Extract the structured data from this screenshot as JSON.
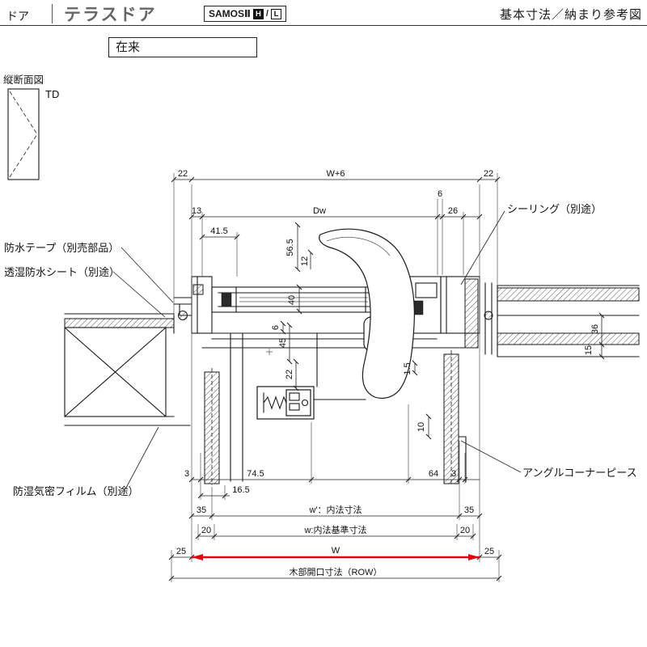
{
  "header": {
    "doc_type": "ドア",
    "title": "テラスドア",
    "product": "SAMOSⅡ",
    "product_h": "H",
    "product_sep": "/",
    "product_l": "L",
    "right_note": "基本寸法／納まり参考図",
    "method": "在来"
  },
  "section": {
    "label": "縦断面図",
    "symbol": "TD"
  },
  "callouts": {
    "sealing": "シーリング（別途）",
    "waterproof_tape": "防水テープ（別売部品）",
    "waterproof_sheet": "透湿防水シート（別途）",
    "moisture_film": "防湿気密フィルム（別途）",
    "angle_corner": "アングルコーナーピース"
  },
  "dims": {
    "t22l": "22",
    "tw6": "W+6",
    "t22r": "22",
    "d13": "13",
    "dw": "Dw",
    "d6_top": "6",
    "d26": "26",
    "d41_5": "41.5",
    "d56_5": "56.5",
    "d12": "12",
    "d40": "40",
    "d6_mid": "6",
    "d45": "45",
    "d22_mid": "22",
    "d1_5": "1.5",
    "d10": "10",
    "d36": "36",
    "d15": "15",
    "b3_left": "3",
    "b74_5": "74.5",
    "b64": "64",
    "b3_right": "3",
    "b16_5": "16.5",
    "m35_left": "35",
    "w_inner": "w'：内法寸法",
    "m35_right": "35",
    "m20_left": "20",
    "w_base": "w:内法基準寸法",
    "m20_right": "20",
    "m25_left": "25",
    "w_big": "W",
    "m25_right": "25",
    "row_label": "木部開口寸法（ROW）"
  },
  "colors": {
    "accent_red": "#e60012",
    "line": "#1a1a1a",
    "title_gray": "#666666"
  }
}
